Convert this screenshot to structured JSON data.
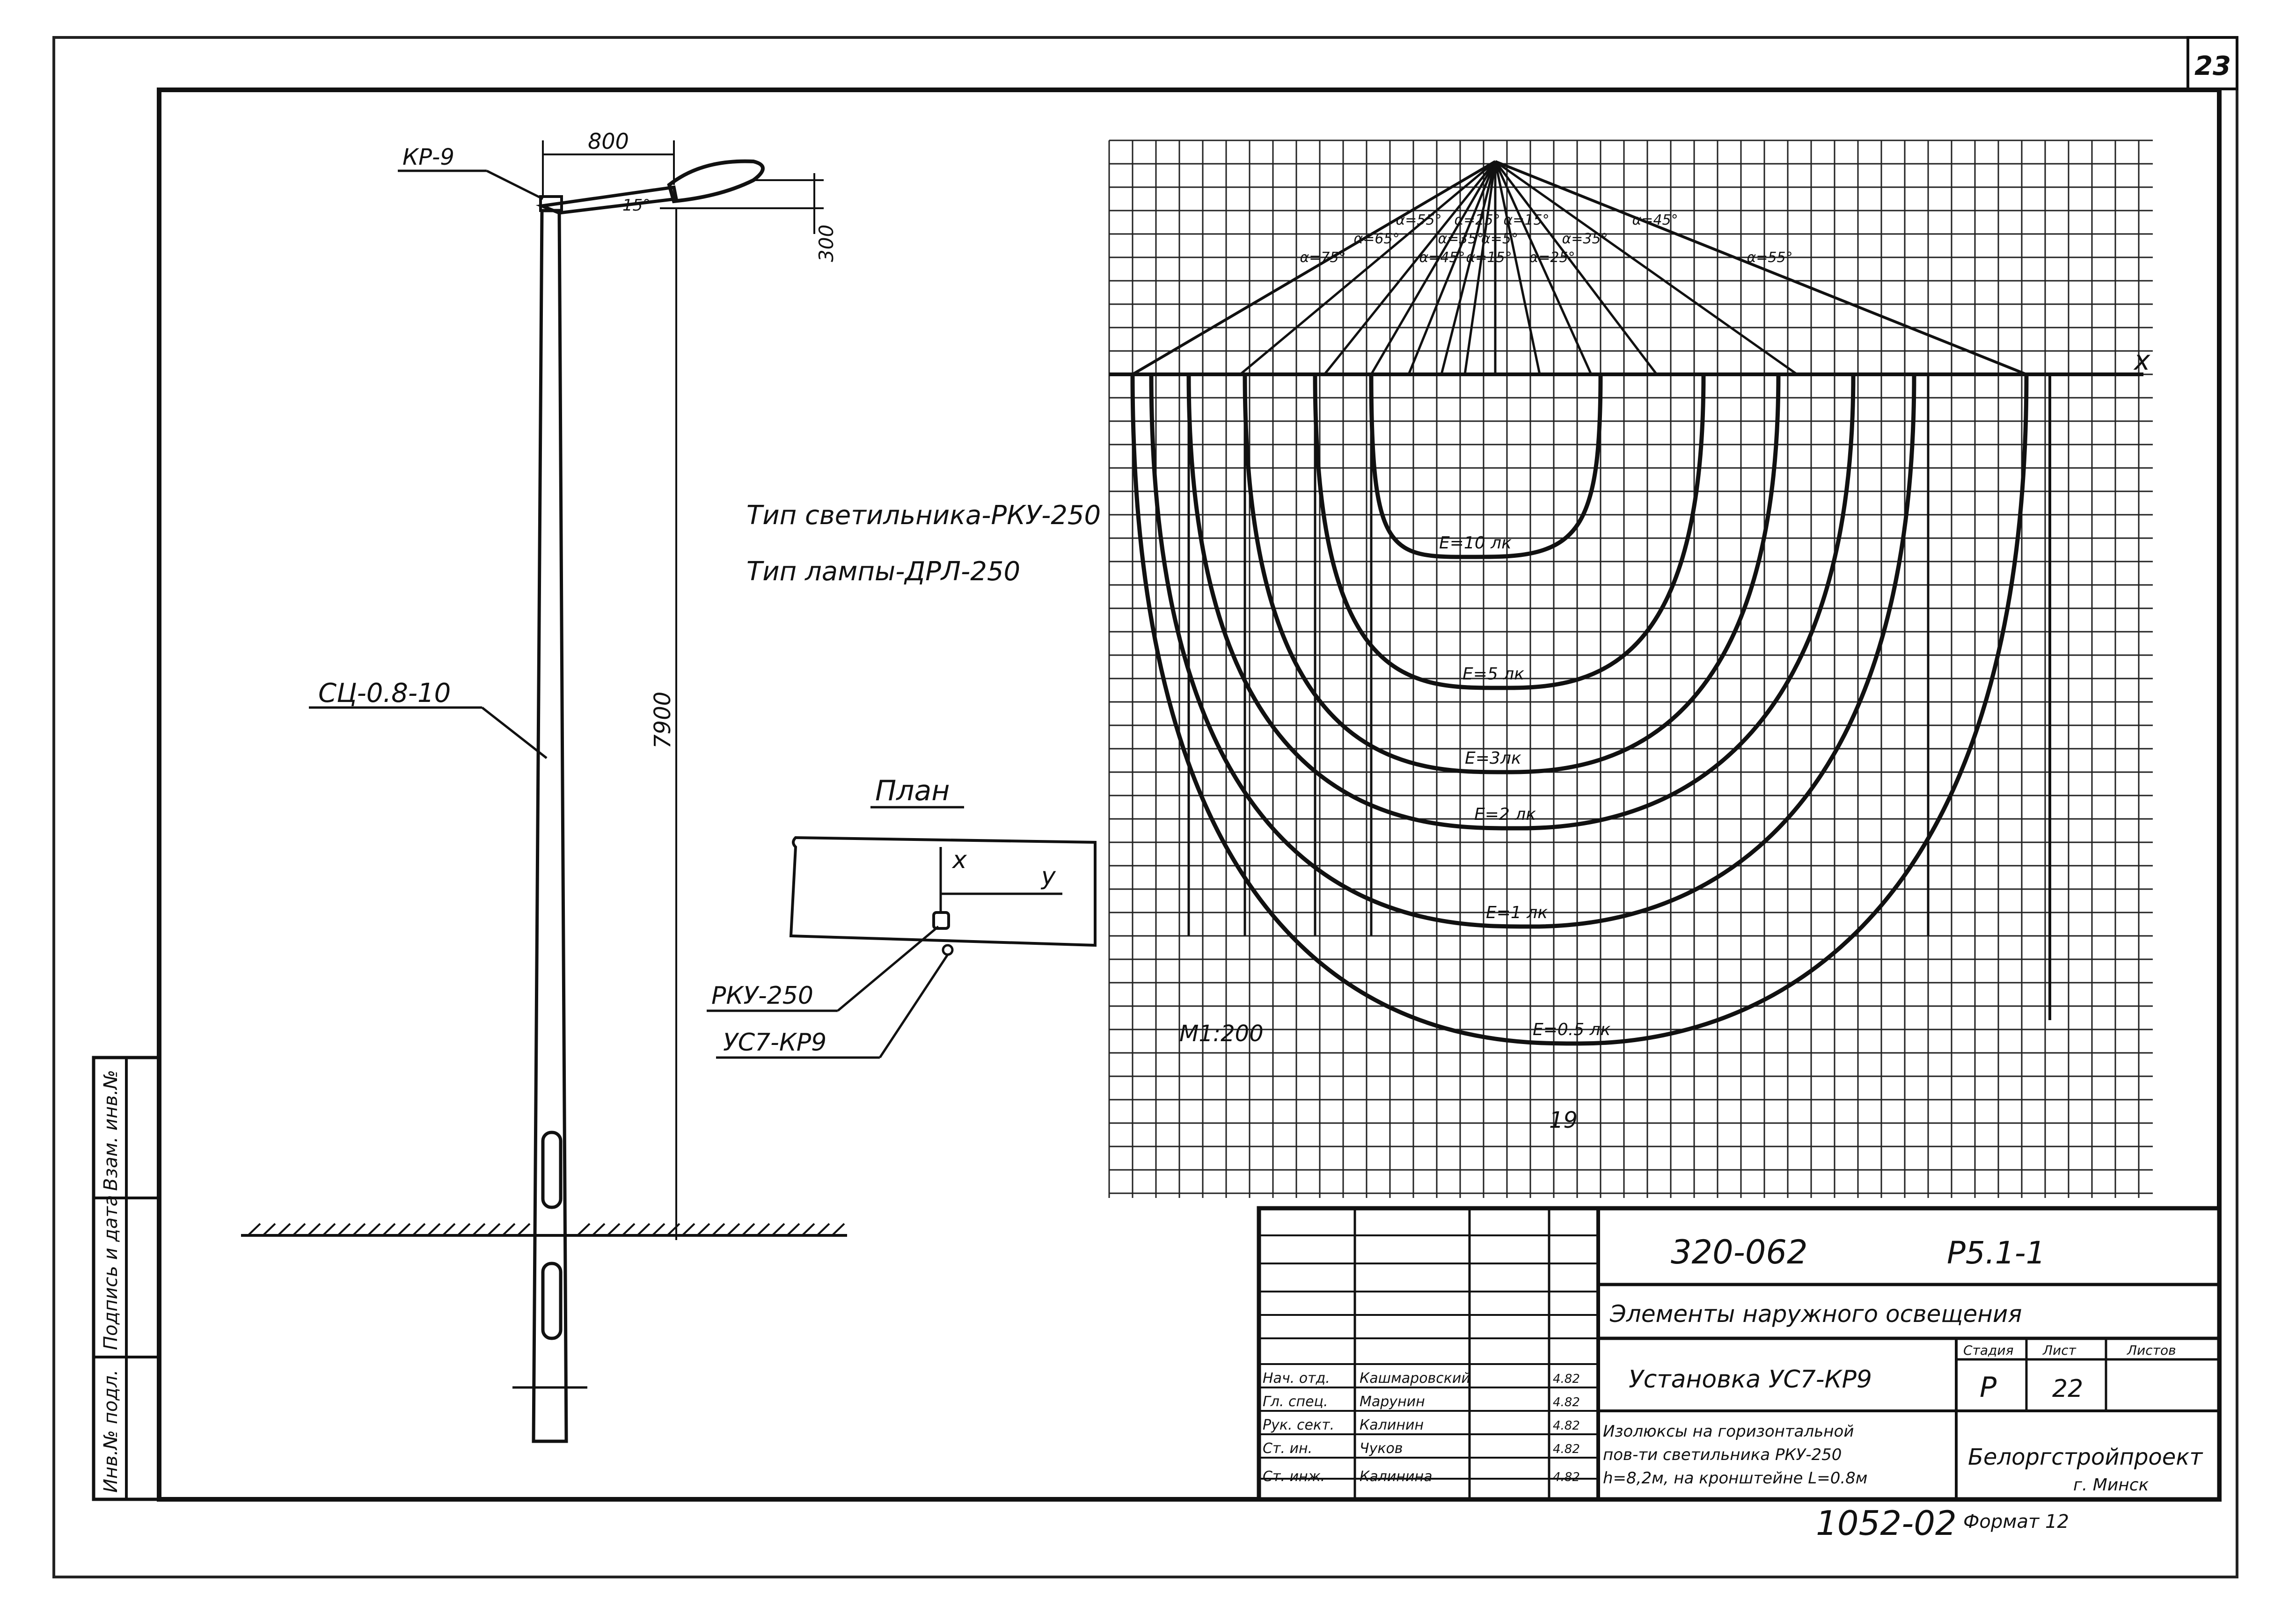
{
  "sheet_number": "23",
  "pole": {
    "bracket_label": "КР-9",
    "pole_label": "СЦ-0.8-10",
    "dim_reach": "800",
    "dim_rise": "300",
    "dim_height": "7900",
    "tilt_angle": "15°"
  },
  "luminaire": {
    "type_line": "Тип светильника-РКУ-250",
    "lamp_line": "Тип лампы-ДРЛ-250"
  },
  "plan": {
    "title": "План",
    "axis_x": "x",
    "axis_y": "y",
    "luminaire_label": "РКУ-250",
    "unit_label": "УС7-КР9"
  },
  "isolux": {
    "axis_x": "x",
    "scale": "М1:200",
    "bottom_mark": "19",
    "angles": [
      "α=75°",
      "α=65°",
      "α=55°",
      "α=45°",
      "α=35°",
      "α=25°",
      "α=15°",
      "α=5°",
      "α=15°",
      "α=25°",
      "α=35°",
      "α=45°",
      "α=55°"
    ],
    "curves": [
      {
        "label": "E=10 лк"
      },
      {
        "label": "E=5 лк"
      },
      {
        "label": "E=3лк"
      },
      {
        "label": "E=2 лк"
      },
      {
        "label": "E=1 лк"
      },
      {
        "label": "E=0.5 лк"
      }
    ]
  },
  "title_block": {
    "doc_number": "320-062",
    "sheet_code": "Р5.1-1",
    "section_title": "Элементы наружного освещения",
    "drawing_title": "Установка УС7-КР9",
    "drawing_subtitle": [
      "Изолюксы на горизонтальной",
      "пов-ти светильника РКУ-250",
      "h=8,2м, на кронштейне L=0.8м"
    ],
    "stage_header": "Стадия",
    "sheet_header": "Лист",
    "sheets_header": "Листов",
    "stage_value": "Р",
    "sheet_value": "22",
    "org_name": "Белоргстройпроект",
    "org_city": "г. Минск",
    "inventory": "1052-02",
    "format": "Формат 12",
    "staff": [
      {
        "role": "Нач. отд.",
        "name": "Кашмаровский"
      },
      {
        "role": "Гл. спец.",
        "name": "Марунин"
      },
      {
        "role": "Рук. сект.",
        "name": "Калинин"
      },
      {
        "role": "Ст. ин.",
        "name": "Чуков"
      },
      {
        "role": "Ст. инж.",
        "name": "Калинина"
      }
    ],
    "date_cells": [
      "4.82",
      "4.82",
      "4.82",
      "4.82",
      "4.82"
    ]
  },
  "side_stamp": {
    "cells": [
      "Инв.№ подл.",
      "Подпись и дата",
      "Взам. инв.№"
    ]
  }
}
